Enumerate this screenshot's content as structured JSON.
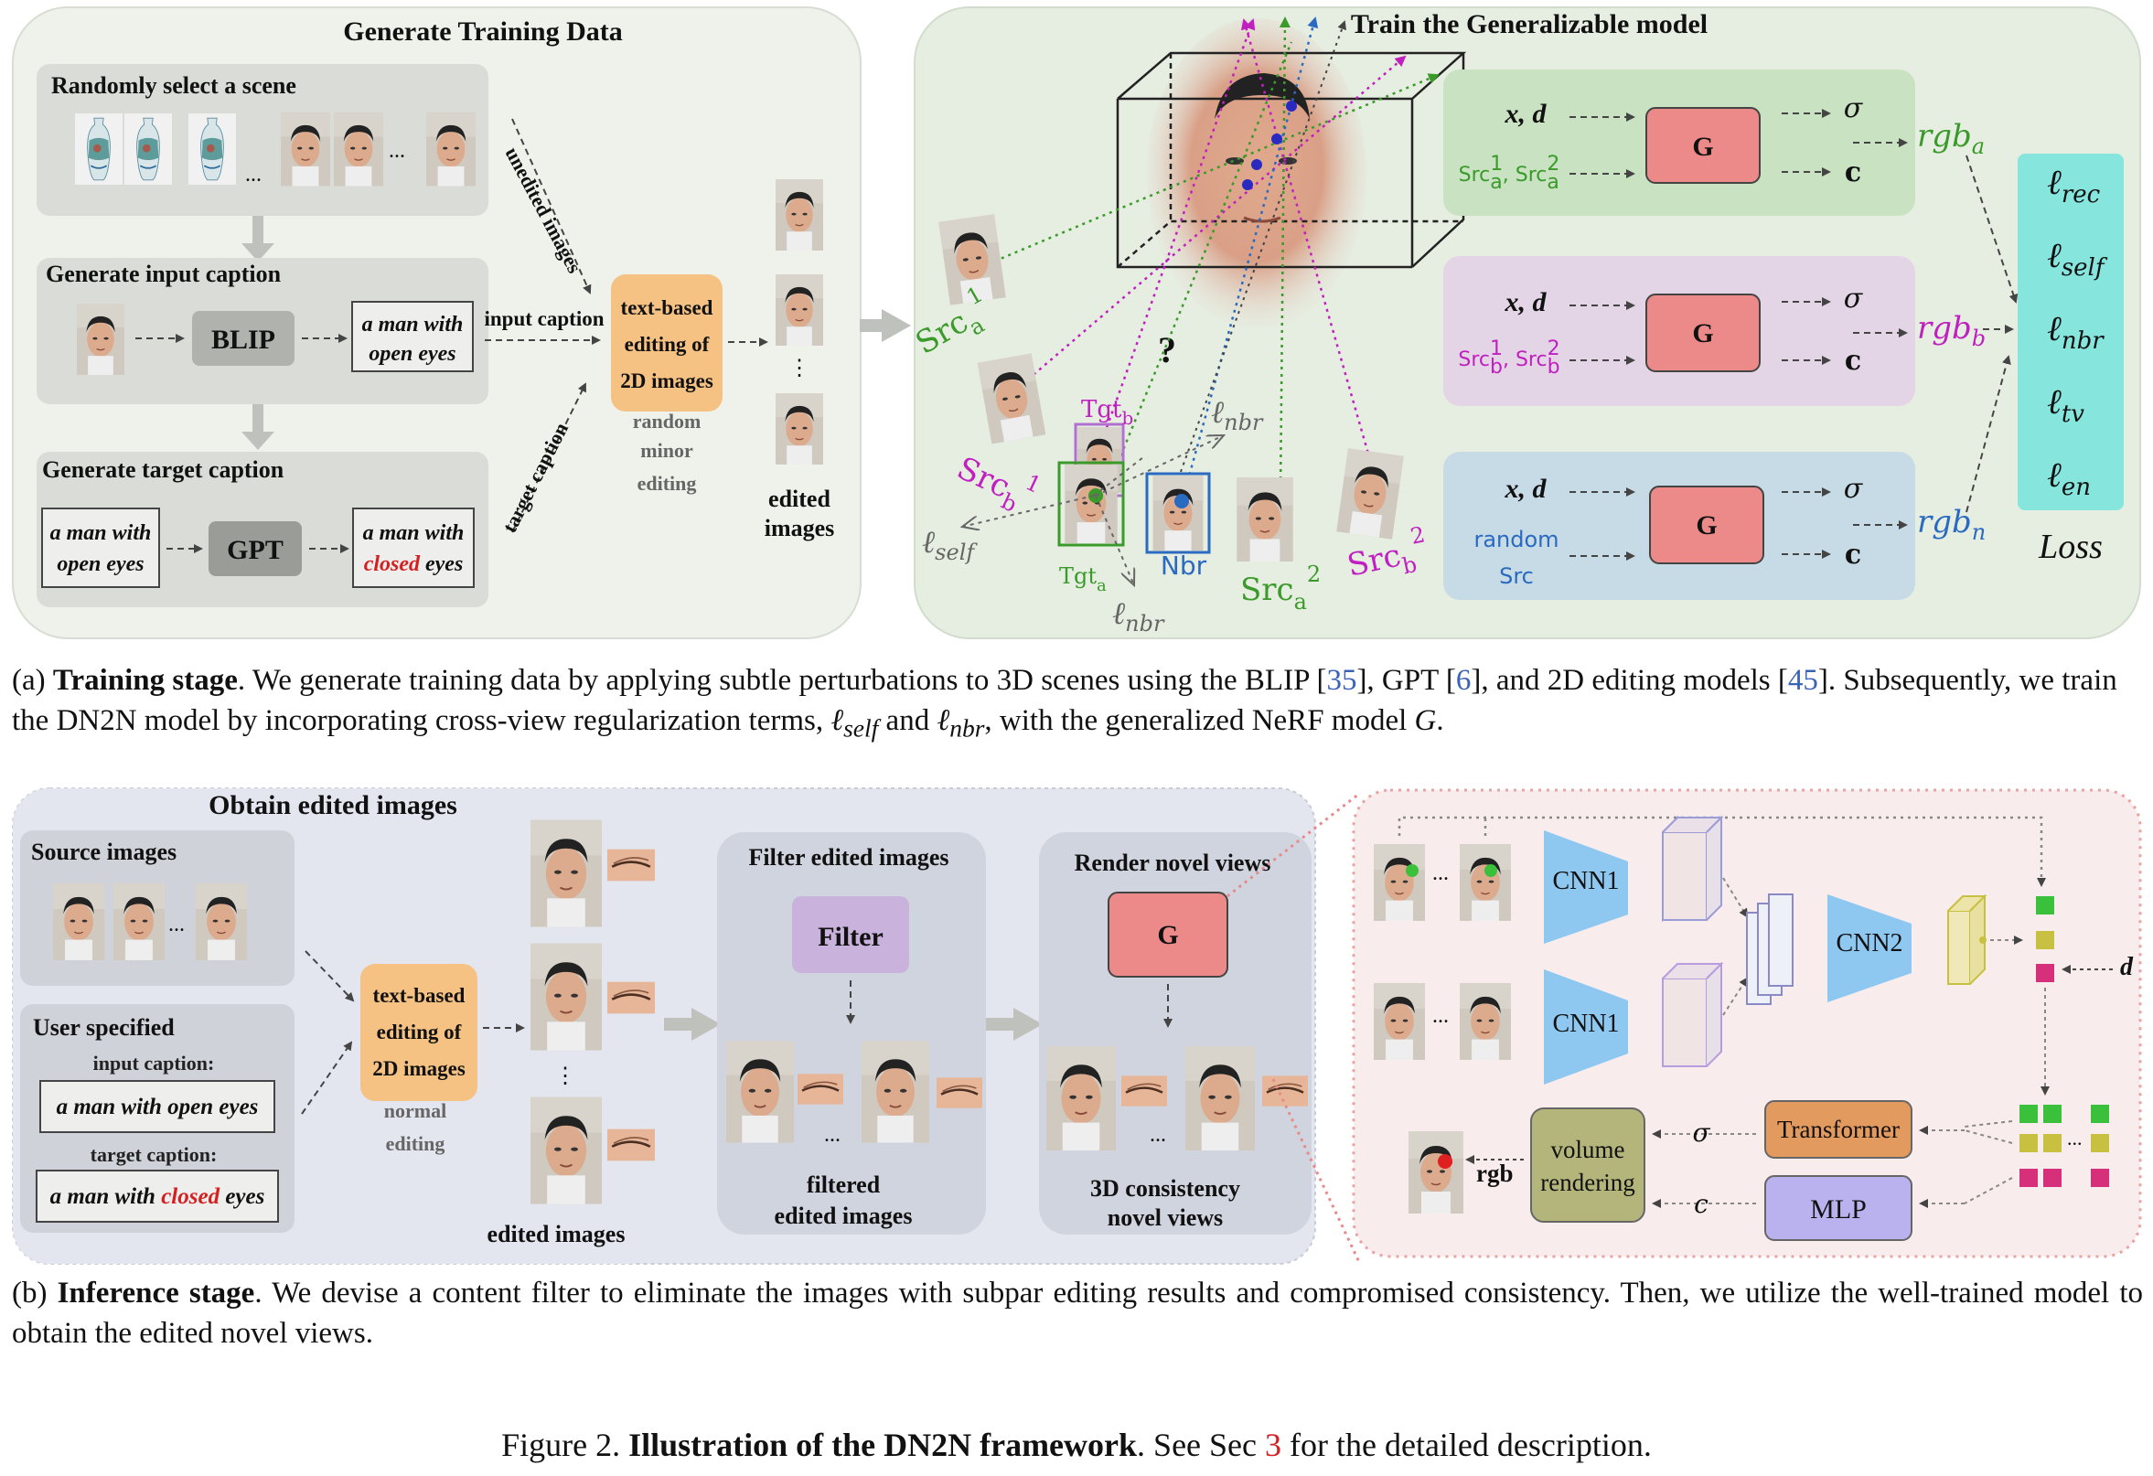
{
  "training": {
    "generate_panel": {
      "title": "Generate Training Data",
      "select_scene": "Randomly select a scene",
      "dots": "...",
      "input_caption_title": "Generate input caption",
      "blip": "BLIP",
      "input_text_l1": "a man with",
      "input_text_l2": "open eyes",
      "target_caption_title": "Generate target caption",
      "gpt": "GPT",
      "target_in_l1": "a man with",
      "target_in_l2": "open eyes",
      "target_out_l1": "a man with",
      "target_out_closed": "closed",
      "target_out_eyes": " eyes",
      "unedited_images": "unedited images",
      "input_caption": "input caption",
      "target_caption": "target caption",
      "editing_l1": "text-based",
      "editing_l2": "editing of",
      "editing_l3": "2D images",
      "minor_l1": "random",
      "minor_l2": "minor",
      "minor_l3": "editing",
      "vdots": "⋮",
      "edited_l1": "edited",
      "edited_l2": "images"
    },
    "train_panel": {
      "title": "Train the Generalizable model",
      "question": "?",
      "src_a1": "Src",
      "src_a1_sub": "a",
      "src_a1_sup": "1",
      "src_b1": "Src",
      "src_b1_sub": "b",
      "src_b1_sup": "1",
      "src_a2": "Src",
      "src_a2_sub": "a",
      "src_a2_sup": "2",
      "src_b2": "Src",
      "src_b2_sub": "b",
      "src_b2_sup": "2",
      "tgt_a": "Tgt",
      "tgt_a_sub": "a",
      "tgt_b": "Tgt",
      "tgt_b_sub": "b",
      "nbr": "Nbr",
      "l_self": "ℓ",
      "l_self_sub": "self",
      "l_nbr": "ℓ",
      "l_nbr_sub": "nbr",
      "xd": "x, d",
      "g": "G",
      "sigma": "σ",
      "c": "c",
      "src_pair_a": "Src",
      "src_pair_sep": ", Src",
      "sup1": "1",
      "sup2": "2",
      "sub_a": "a",
      "sub_b": "b",
      "random_src_l1": "random",
      "random_src_l2": "Src",
      "rgb": "rgb",
      "rgb_a_sub": "a",
      "rgb_b_sub": "b",
      "rgb_n_sub": "n",
      "losses": [
        {
          "sym": "ℓ",
          "sub": "rec"
        },
        {
          "sym": "ℓ",
          "sub": "self"
        },
        {
          "sym": "ℓ",
          "sub": "nbr"
        },
        {
          "sym": "ℓ",
          "sub": "tv"
        },
        {
          "sym": "ℓ",
          "sub": "en"
        }
      ],
      "loss_label": "Loss"
    }
  },
  "caption_a": {
    "prefix": "(a) ",
    "bold": "Training stage",
    "t1": ".  We generate training data by applying subtle perturbations to 3D scenes using the BLIP [",
    "r1": "35",
    "t2": "], GPT [",
    "r2": "6",
    "t3": "], and 2D editing models [",
    "r3": "45",
    "t4": "]. Subsequently, we train the DN2N model by incorporating cross-view regularization terms, ",
    "l_self": "ℓ",
    "l_self_sub": "self",
    "t5": " and ",
    "l_nbr": "ℓ",
    "l_nbr_sub": "nbr",
    "t6": ", with the generalized NeRF model ",
    "g": "G",
    "t7": "."
  },
  "inference": {
    "obtain_title": "Obtain edited images",
    "source_images": "Source images",
    "dots": "...",
    "user_specified": "User specified",
    "input_caption_label": "input caption:",
    "input_caption_text": "a man with open eyes",
    "target_caption_label": "target caption:",
    "target_pre": "a man with ",
    "target_closed": "closed",
    "target_post": " eyes",
    "editing_l1": "text-based",
    "editing_l2": "editing of",
    "editing_l3": "2D images",
    "normal_l1": "normal",
    "normal_l2": "editing",
    "vdots": "⋮",
    "edited_images": "edited images",
    "filter_title": "Filter edited images",
    "filter": "Filter",
    "filtered_l1": "filtered",
    "filtered_l2": "edited images",
    "render_title": "Render novel views",
    "g": "G",
    "consistency_l1": "3D consistency",
    "consistency_l2": "novel views",
    "detail": {
      "cnn1": "CNN1",
      "cnn2": "CNN2",
      "d": "d",
      "transformer": "Transformer",
      "mlp": "MLP",
      "volume_l1": "volume",
      "volume_l2": "rendering",
      "sigma": "σ",
      "c": "c",
      "rgb": "rgb",
      "dots": "..."
    }
  },
  "caption_b": {
    "prefix": "(b) ",
    "bold": "Inference stage",
    "text": ".  We devise a content filter to eliminate the images with subpar editing results and compromised consistency.  Then, we utilize the well-trained model to obtain the edited novel views."
  },
  "figure_caption": {
    "prefix": "Figure 2. ",
    "bold": "Illustration of the DN2N framework",
    "t1": ". See Sec ",
    "ref": "3",
    "t2": " for the detailed description."
  },
  "colors": {
    "green": "#3a9a2a",
    "magenta": "#c020c0",
    "blue": "#2a6ac0",
    "red": "#d42020",
    "g_box": "#ec8a8a",
    "orange_box": "#f6c283",
    "loss_box": "#86e6de",
    "filter_box": "#c9b3dc",
    "cnn": "#8ec7f0",
    "transformer": "#e29a5e",
    "mlp": "#b9b2ef",
    "volume": "#b3b57a"
  }
}
